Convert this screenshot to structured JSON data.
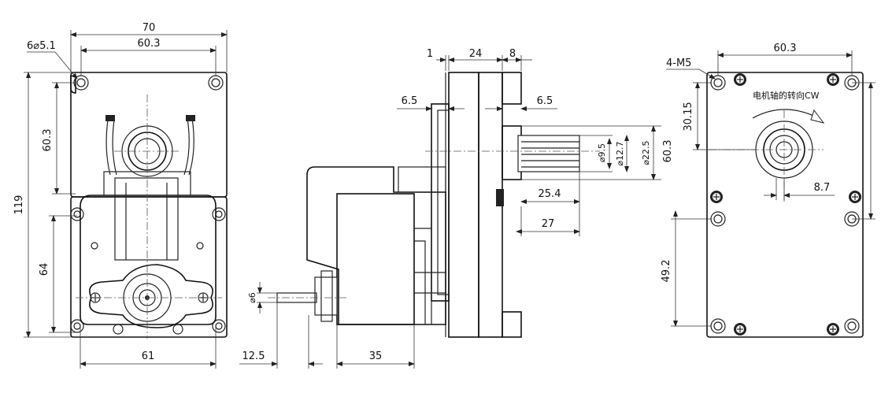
{
  "front_view": {
    "width_70": "70",
    "hole_spacing_60_3": "60.3",
    "holes": "6⌀5.1",
    "height_119": "119",
    "upper_60_3": "60.3",
    "lower_64": "64",
    "bottom_61": "61"
  },
  "side_view": {
    "flange_1": "1",
    "body_24": "24",
    "boss_8": "8",
    "left_6_5": "6.5",
    "right_6_5": "6.5",
    "shaft_d9_5": "⌀9.5",
    "shaft_d12_7": "⌀12.7",
    "boss_d22_5": "⌀22.5",
    "shaft_len_25_4": "25.4",
    "shaft_len_27": "27",
    "motor_shaft_d6": "⌀6",
    "motor_shaft_12_5": "12.5",
    "motor_35": "35"
  },
  "rear_view": {
    "thread_holes": "4-M5",
    "top_60_3": "60.3",
    "rotation_note": "电机轴的转向CW",
    "offset_30_15": "30.15",
    "vert_60_3": "60.3",
    "shaft_offset_8_7": "8.7",
    "lower_49_2": "49.2"
  }
}
